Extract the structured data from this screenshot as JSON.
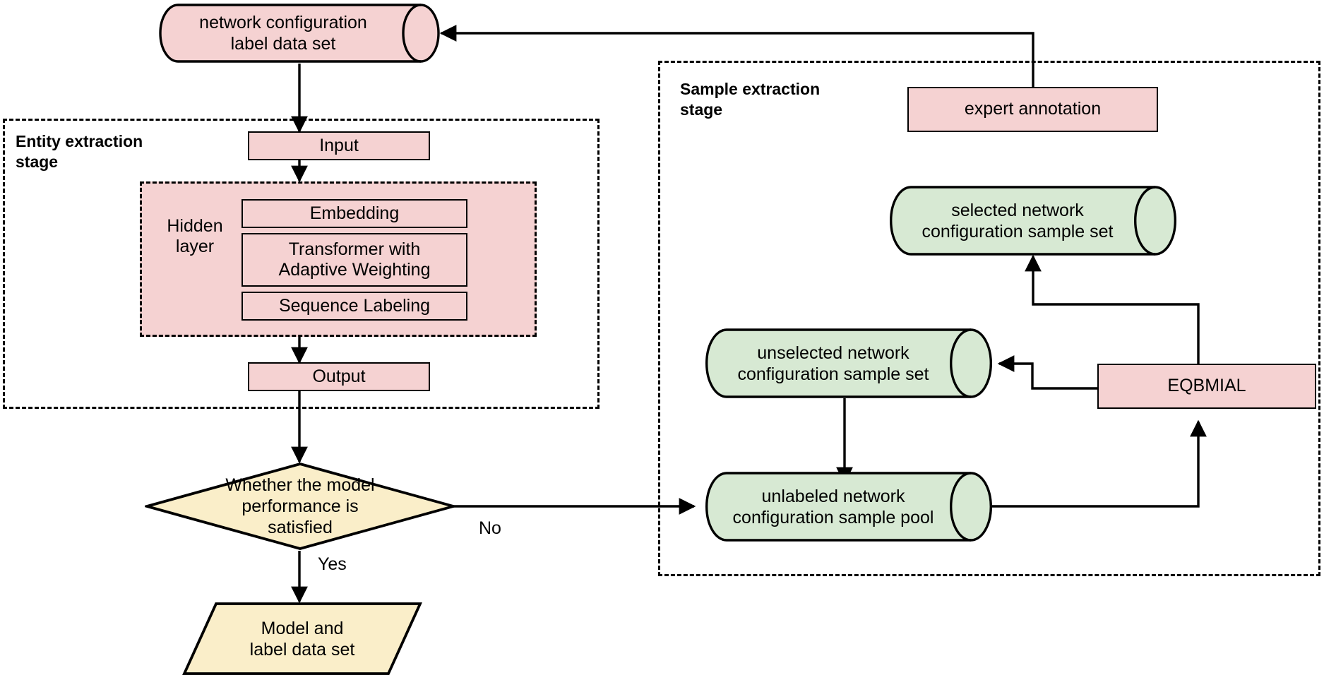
{
  "diagram": {
    "title": "Active learning network configuration entity extraction workflow",
    "colors": {
      "pink_fill": "#f5d2d2",
      "green_fill": "#d7e9d3",
      "cream_fill": "#faeec9",
      "stroke": "#000000",
      "background": "#ffffff"
    }
  },
  "stages": {
    "entity": {
      "label": "Entity extraction\nstage"
    },
    "sample": {
      "label": "Sample extraction\nstage"
    }
  },
  "nodes": {
    "label_dataset": {
      "text": "network configuration\nlabel data set",
      "shape": "cylinder",
      "fill": "pink"
    },
    "input": {
      "text": "Input",
      "shape": "rectangle",
      "fill": "pink"
    },
    "hidden_layer": {
      "text": "Hidden\nlayer",
      "shape": "dashed-group",
      "fill": "pink"
    },
    "embedding": {
      "text": "Embedding",
      "shape": "rectangle",
      "fill": "pink"
    },
    "transformer": {
      "text": "Transformer with\nAdaptive Weighting",
      "shape": "rectangle",
      "fill": "pink"
    },
    "sequence_labeling": {
      "text": "Sequence Labeling",
      "shape": "rectangle",
      "fill": "pink"
    },
    "output": {
      "text": "Output",
      "shape": "rectangle",
      "fill": "pink"
    },
    "decision": {
      "text": "Whether the model\nperformance is\nsatisfied",
      "shape": "diamond",
      "fill": "cream"
    },
    "model_and_label": {
      "text": "Model and\nlabel data set",
      "shape": "parallelogram",
      "fill": "cream"
    },
    "expert_annotation": {
      "text": "expert annotation",
      "shape": "rectangle",
      "fill": "pink"
    },
    "selected_set": {
      "text": "selected network\nconfiguration sample set",
      "shape": "cylinder",
      "fill": "green"
    },
    "unselected_set": {
      "text": "unselected network\nconfiguration sample set",
      "shape": "cylinder",
      "fill": "green"
    },
    "unlabeled_pool": {
      "text": "unlabeled network\nconfiguration sample pool",
      "shape": "cylinder",
      "fill": "green"
    },
    "eqbmial": {
      "text": "EQBMIAL",
      "shape": "rectangle",
      "fill": "pink"
    }
  },
  "edge_labels": {
    "no": "No",
    "yes": "Yes"
  }
}
